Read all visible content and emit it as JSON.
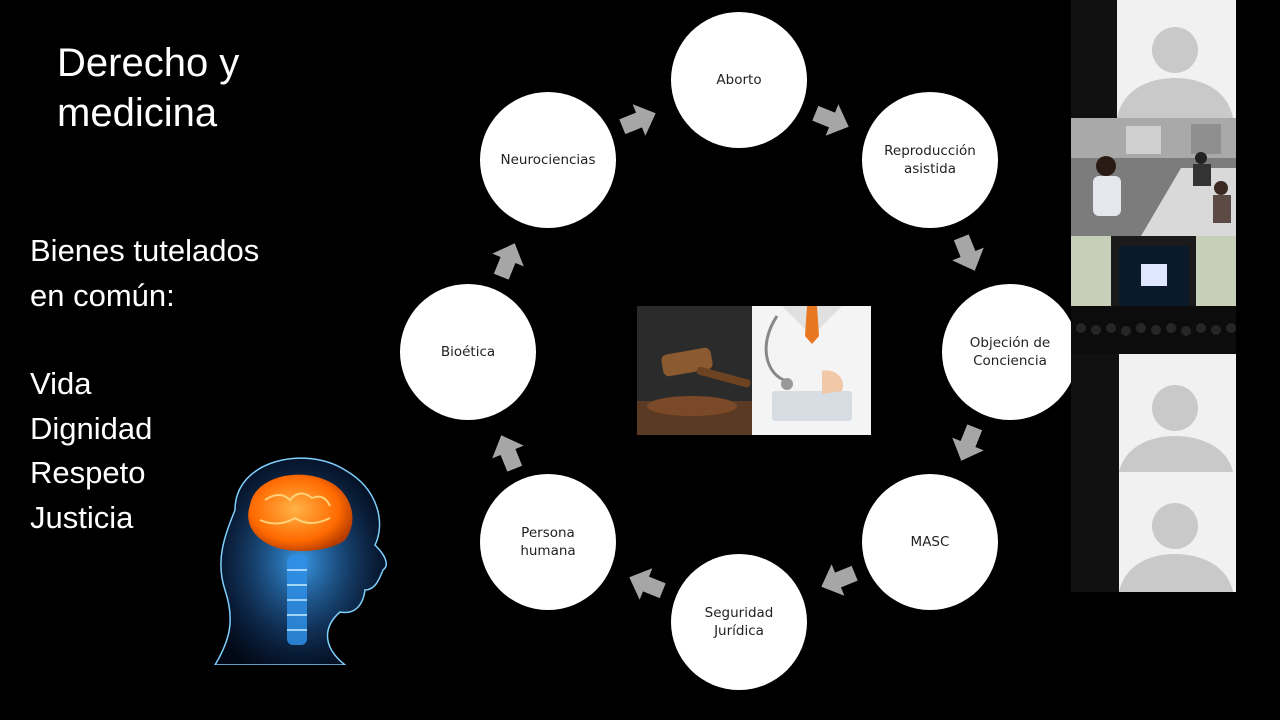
{
  "slide": {
    "title": "Derecho y\nmedicina",
    "subtitle": "Bienes tutelados\nen común:",
    "values": [
      "Vida",
      "Dignidad",
      "Respeto",
      "Justicia"
    ]
  },
  "cycle": {
    "nodes": [
      "Aborto",
      "Reproducción\nasistida",
      "Objeción de\nConciencia",
      "MASC",
      "Seguridad\nJurídica",
      "Persona\nhumana",
      "Bioética",
      "Neurociencias"
    ],
    "arrow_color": "#a6a6a6"
  },
  "participants": {
    "tiles": [
      "avatar",
      "video",
      "video",
      "avatar",
      "avatar"
    ]
  },
  "colors": {
    "background": "#000000",
    "text": "#ffffff",
    "node_fill": "#ffffff",
    "avatar_bg": "#f1f1f1",
    "avatar_fg": "#c9c9c9"
  }
}
